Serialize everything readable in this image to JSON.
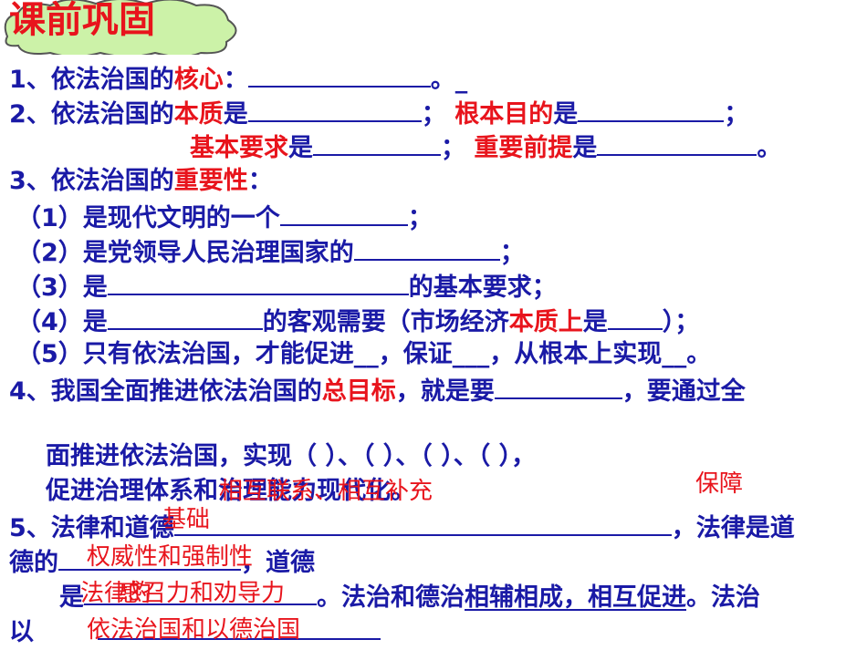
{
  "title": "课前巩固",
  "q1": {
    "prefix": "1、依法治国的",
    "key": "核心",
    "suffix": "：",
    "end": "。_"
  },
  "q2": {
    "prefix": "2、依法治国的",
    "k1": "本质",
    "t1": "是",
    "t2": "；",
    "k2": "根本目的",
    "t3": "是",
    "t4": "；",
    "k3": "基本要求",
    "t5": "是",
    "t6": "；",
    "k4": "重要前提",
    "t7": "是",
    "t8": "。"
  },
  "q3": {
    "prefix": "3、依法治国的",
    "key": "重要性",
    "suffix": "：",
    "i1a": "（1）是现代文明的一个",
    "i1b": "；",
    "i2a": "（2）是党领导人民治理国家的",
    "i2b": "；",
    "i3a": "（3）是",
    "i3b": "的基本要求；",
    "i4a": "（4）是",
    "i4b": "的客观需要（市场经济",
    "i4k": "本质上",
    "i4c": "是",
    "i4d": "）；",
    "i5": "（5）只有依法治国，才能促进__，保证___，从根本上实现__。"
  },
  "q4": {
    "prefix": "4、我国全面推进依法治国的",
    "key": "总目标",
    "mid": "，就是要",
    "tail": "，要通过全",
    "l2": "面推进依法治国，实现（  ）、（   ）、（   ）、（   ），",
    "l3": "促进治理体系和治理能力现代化。"
  },
  "q5": {
    "l1a": "5、法律和道德",
    "l1b": "，法律是道",
    "l2a": "德的",
    "l2b": "，道德",
    "l3a": "是",
    "l3b": "。法治和德治",
    "l3c": "相辅相成，相互促进",
    "l3d": "。法治",
    "l4": "以"
  },
  "answers": {
    "a1": "保障",
    "a2": "相互联系、相互补充",
    "a3": "基础",
    "a4": "权威性和强制性",
    "a5": "法律的",
    "a6": "感召力和劝导力",
    "a7": "依法治国和以德治国"
  }
}
